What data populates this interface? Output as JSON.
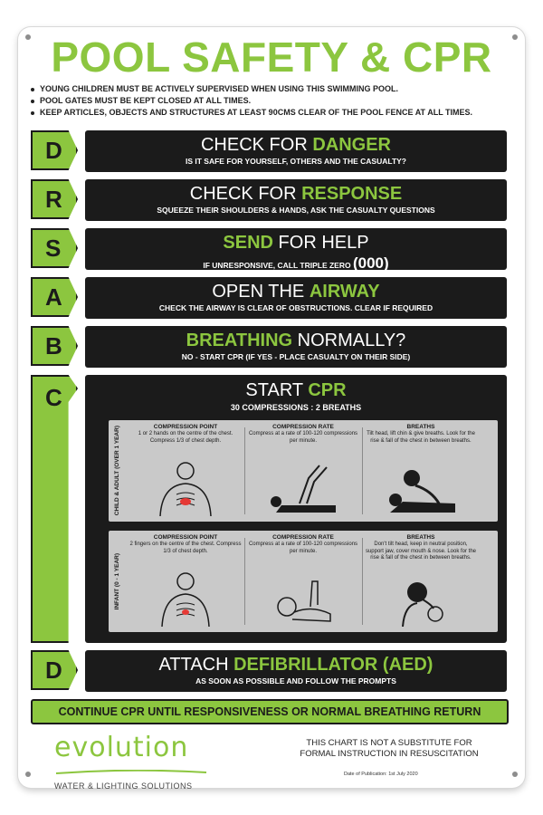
{
  "title": "POOL SAFETY & CPR",
  "rules": [
    "YOUNG CHILDREN MUST BE ACTIVELY SUPERVISED WHEN USING THIS SWIMMING POOL.",
    "POOL GATES MUST BE KEPT CLOSED AT ALL TIMES.",
    "KEEP ARTICLES, OBJECTS AND STRUCTURES AT LEAST 90CMS CLEAR OF THE POOL FENCE AT ALL TIMES."
  ],
  "steps": [
    {
      "letter": "D",
      "pre": "CHECK FOR ",
      "key": "DANGER",
      "post": "",
      "sub": "IS IT SAFE FOR YOURSELF, OTHERS AND THE CASUALTY?"
    },
    {
      "letter": "R",
      "pre": "CHECK FOR ",
      "key": "RESPONSE",
      "post": "",
      "sub": "SQUEEZE THEIR SHOULDERS & HANDS, ASK THE CASUALTY QUESTIONS"
    },
    {
      "letter": "S",
      "pre": "",
      "key": "SEND",
      "post": " FOR HELP",
      "sub": "IF UNRESPONSIVE, CALL TRIPLE ZERO ",
      "sub_big": "(000)"
    },
    {
      "letter": "A",
      "pre": "OPEN THE ",
      "key": "AIRWAY",
      "post": "",
      "sub": "CHECK THE AIRWAY IS CLEAR OF OBSTRUCTIONS. CLEAR IF REQUIRED"
    },
    {
      "letter": "B",
      "pre": "",
      "key": "BREATHING",
      "post": " NORMALLY?",
      "sub": "NO - START CPR (IF YES - PLACE CASUALTY ON THEIR SIDE)"
    }
  ],
  "cpr": {
    "letter": "C",
    "pre": "START ",
    "key": "CPR",
    "sub": "30 COMPRESSIONS : 2 BREATHS",
    "adult": {
      "side": "CHILD & ADULT (OVER 1 YEAR)",
      "c1_h": "COMPRESSION POINT",
      "c1_b": "1 or 2 hands on the centre of the chest. Compress 1/3 of chest depth.",
      "c2_h": "COMPRESSION RATE",
      "c2_b": "Compress at a rate of 100-120 compressions per minute.",
      "c3_h": "BREATHS",
      "c3_b": "Tilt head, lift chin & give breaths. Look for the rise & fall of the chest in between breaths."
    },
    "infant": {
      "side": "INFANT (0 - 1 YEAR)",
      "c1_h": "COMPRESSION POINT",
      "c1_b": "2 fingers on the centre of the chest. Compress 1/3 of chest depth.",
      "c2_h": "COMPRESSION RATE",
      "c2_b": "Compress at a rate of 100-120 compressions per minute.",
      "c3_h": "BREATHS",
      "c3_b": "Don't tilt head, keep in neutral position, support jaw, cover mouth & nose. Look for the rise & fall of the chest in between breaths."
    }
  },
  "defib": {
    "letter": "D",
    "pre": "ATTACH ",
    "key": "DEFIBRILLATOR (AED)",
    "sub": "AS SOON AS POSSIBLE AND FOLLOW THE PROMPTS"
  },
  "continue": "CONTINUE CPR UNTIL RESPONSIVENESS OR NORMAL BREATHING RETURN",
  "logo": {
    "word": "evolution",
    "sub": "WATER & LIGHTING SOLUTIONS"
  },
  "disclaimer": [
    "THIS CHART IS NOT A SUBSTITUTE FOR",
    "FORMAL INSTRUCTION IN RESUSCITATION"
  ],
  "pubdate": "Date of Publication: 1st July 2020",
  "colors": {
    "green": "#8cc63f",
    "black": "#1b1b1b",
    "panel": "#c9c9c9"
  }
}
